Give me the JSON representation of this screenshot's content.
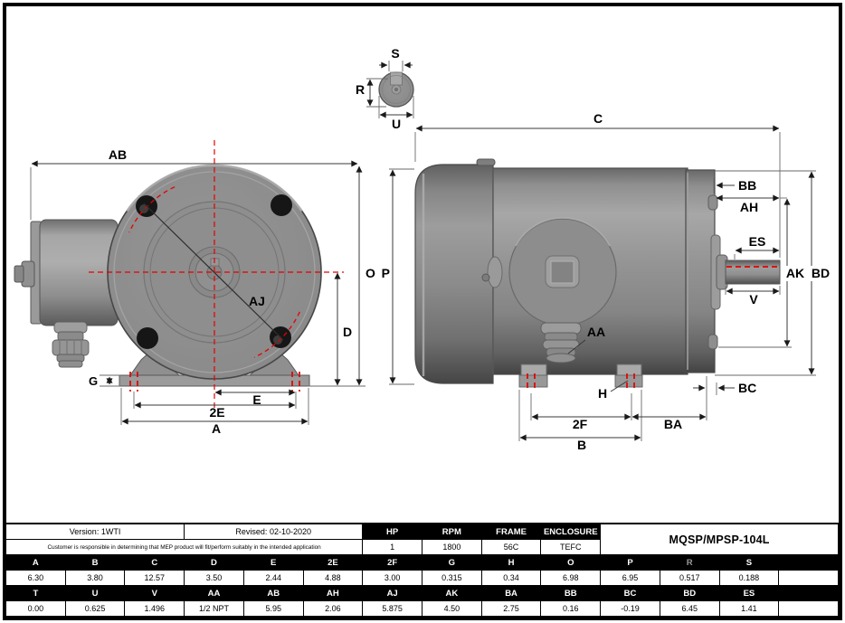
{
  "colors": {
    "centerline_red": "#e60000",
    "table_header_bg": "#000000",
    "table_header_fg": "#ffffff",
    "r_header_fg": "#9a9a9a",
    "motor_body_gray": "#8c8c8c",
    "frame_border": "#000000"
  },
  "drawing": {
    "labels": {
      "s": "S",
      "r": "R",
      "u": "U",
      "ab": "AB",
      "o": "O",
      "d": "D",
      "g": "G",
      "e": "E",
      "e2": "2E",
      "a": "A",
      "aj": "AJ",
      "c": "C",
      "p": "P",
      "bb": "BB",
      "ah": "AH",
      "es": "ES",
      "ak": "AK",
      "bd": "BD",
      "v": "V",
      "aa": "AA",
      "h": "H",
      "bc": "BC",
      "f2": "2F",
      "ba": "BA",
      "b": "B"
    }
  },
  "table": {
    "version": "Version: 1WTI",
    "revised": "Revised: 02-10-2020",
    "disclaimer": "Customer is responsible in determining that MEP product will fit/perform suitably in the intended application",
    "model": "MQSP/MPSP-104L",
    "specs": {
      "headers": [
        "HP",
        "RPM",
        "FRAME",
        "ENCLOSURE"
      ],
      "values": [
        "1",
        "1800",
        "56C",
        "TEFC"
      ]
    },
    "dims": [
      {
        "h": [
          "A",
          "B",
          "C",
          "D",
          "E",
          "2E",
          "2F",
          "G",
          "H",
          "O",
          "P",
          "R",
          "S",
          ""
        ],
        "v": [
          "6.30",
          "3.80",
          "12.57",
          "3.50",
          "2.44",
          "4.88",
          "3.00",
          "0.315",
          "0.34",
          "6.98",
          "6.95",
          "0.517",
          "0.188",
          ""
        ]
      },
      {
        "h": [
          "T",
          "U",
          "V",
          "AA",
          "AB",
          "AH",
          "AJ",
          "AK",
          "BA",
          "BB",
          "BC",
          "BD",
          "ES",
          ""
        ],
        "v": [
          "0.00",
          "0.625",
          "1.496",
          "1/2 NPT",
          "5.95",
          "2.06",
          "5.875",
          "4.50",
          "2.75",
          "0.16",
          "-0.19",
          "6.45",
          "1.41",
          ""
        ]
      }
    ]
  }
}
